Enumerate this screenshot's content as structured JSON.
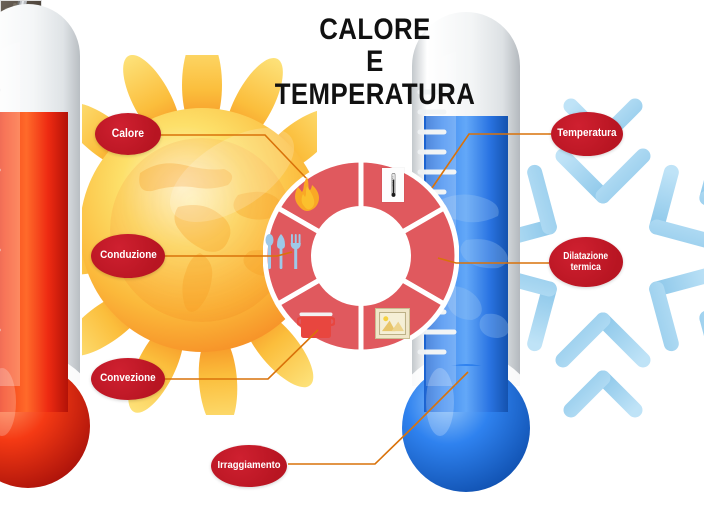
{
  "title": {
    "line1": "CALORE",
    "line2": "E TEMPERATURA"
  },
  "colors": {
    "label_red": "#bf1622",
    "connector_orange": "#d9720a",
    "donut_red": "#e05a5f",
    "hot_thermometer": "#ef3b24",
    "cold_thermometer": "#2b7fe8",
    "sun_yellow": "#fbc02d",
    "snowflake_blue": "#9ed4f0",
    "title_black": "#111111"
  },
  "labels": {
    "left": [
      {
        "id": "calore",
        "text": "Calore"
      },
      {
        "id": "conduzione",
        "text": "Conduzione"
      },
      {
        "id": "convezione",
        "text": "Convezione"
      },
      {
        "id": "irraggiamento",
        "text": "Irraggiamento"
      }
    ],
    "right": [
      {
        "id": "temperatura",
        "text": "Temperatura"
      },
      {
        "id": "dilatazione",
        "line1": "Dilatazione",
        "line2": "termica"
      }
    ]
  },
  "donut": {
    "segments": [
      {
        "position": "top-left",
        "icon": "flame-icon",
        "linked_label": "Calore"
      },
      {
        "position": "top-right",
        "icon": "thermometer-icon",
        "linked_label": "Temperatura"
      },
      {
        "position": "right",
        "icon": "railroad-photo",
        "linked_label": "Dilatazione termica"
      },
      {
        "position": "bottom-right",
        "icon": "landscape-image-icon",
        "linked_label": "Irraggiamento"
      },
      {
        "position": "bottom-left",
        "icon": "cooking-pot-icon",
        "linked_label": "Convezione"
      },
      {
        "position": "left",
        "icon": "cutlery-icon",
        "linked_label": "Conduzione"
      }
    ]
  },
  "decorations": {
    "sun": "sun-with-globe-graphic",
    "snowflake": "snowflake-graphic",
    "thermometer_left": "red-hot-thermometer",
    "thermometer_right": "blue-cold-thermometer"
  }
}
